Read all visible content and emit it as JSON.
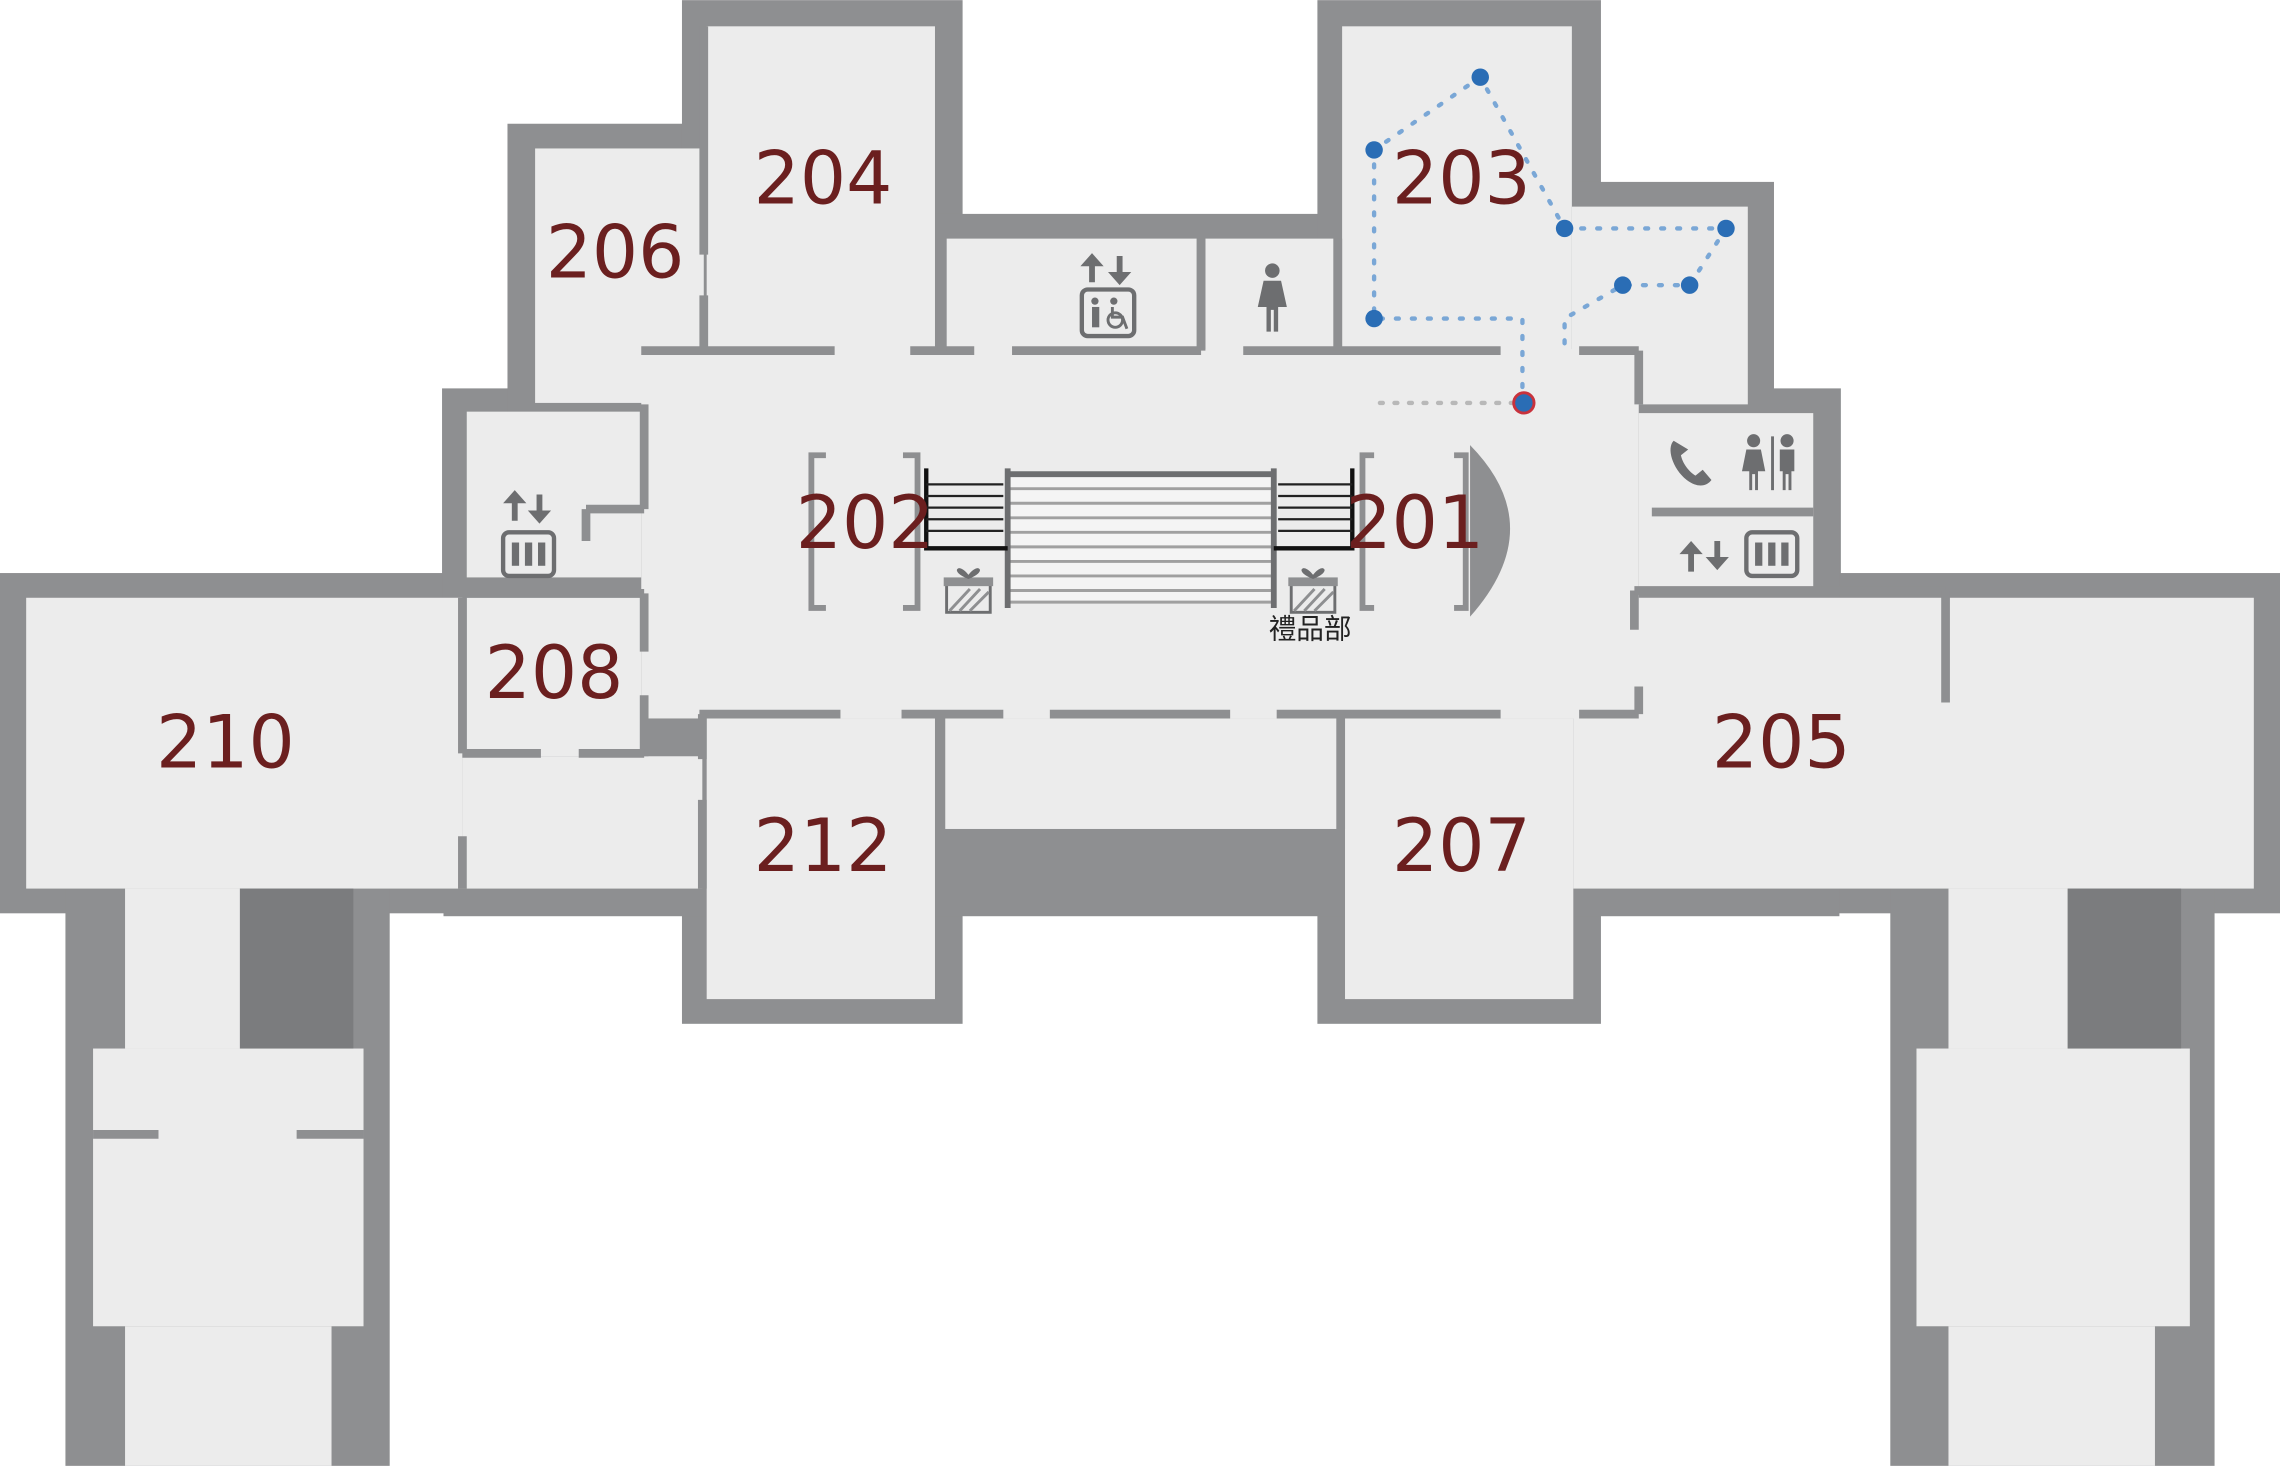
{
  "floor_map": {
    "rooms": {
      "r201": "201",
      "r202": "202",
      "r203": "203",
      "r204": "204",
      "r205": "205",
      "r206": "206",
      "r207": "207",
      "r208": "208",
      "r210": "210",
      "r212": "212"
    },
    "gift_shop_label": "禮品部",
    "icons": [
      "elevator-icon",
      "accessible-elevator-icon",
      "womens-restroom-icon",
      "restroom-icon",
      "telephone-icon",
      "gift-icon",
      "staircase"
    ],
    "colors": {
      "wall": "#8e8f91",
      "floor": "#ececec",
      "room_label": "#6b1f1f",
      "route_dot": "#2a6db5",
      "route_line": "#7aa7d6",
      "current_location_ring": "#c8323c"
    }
  }
}
